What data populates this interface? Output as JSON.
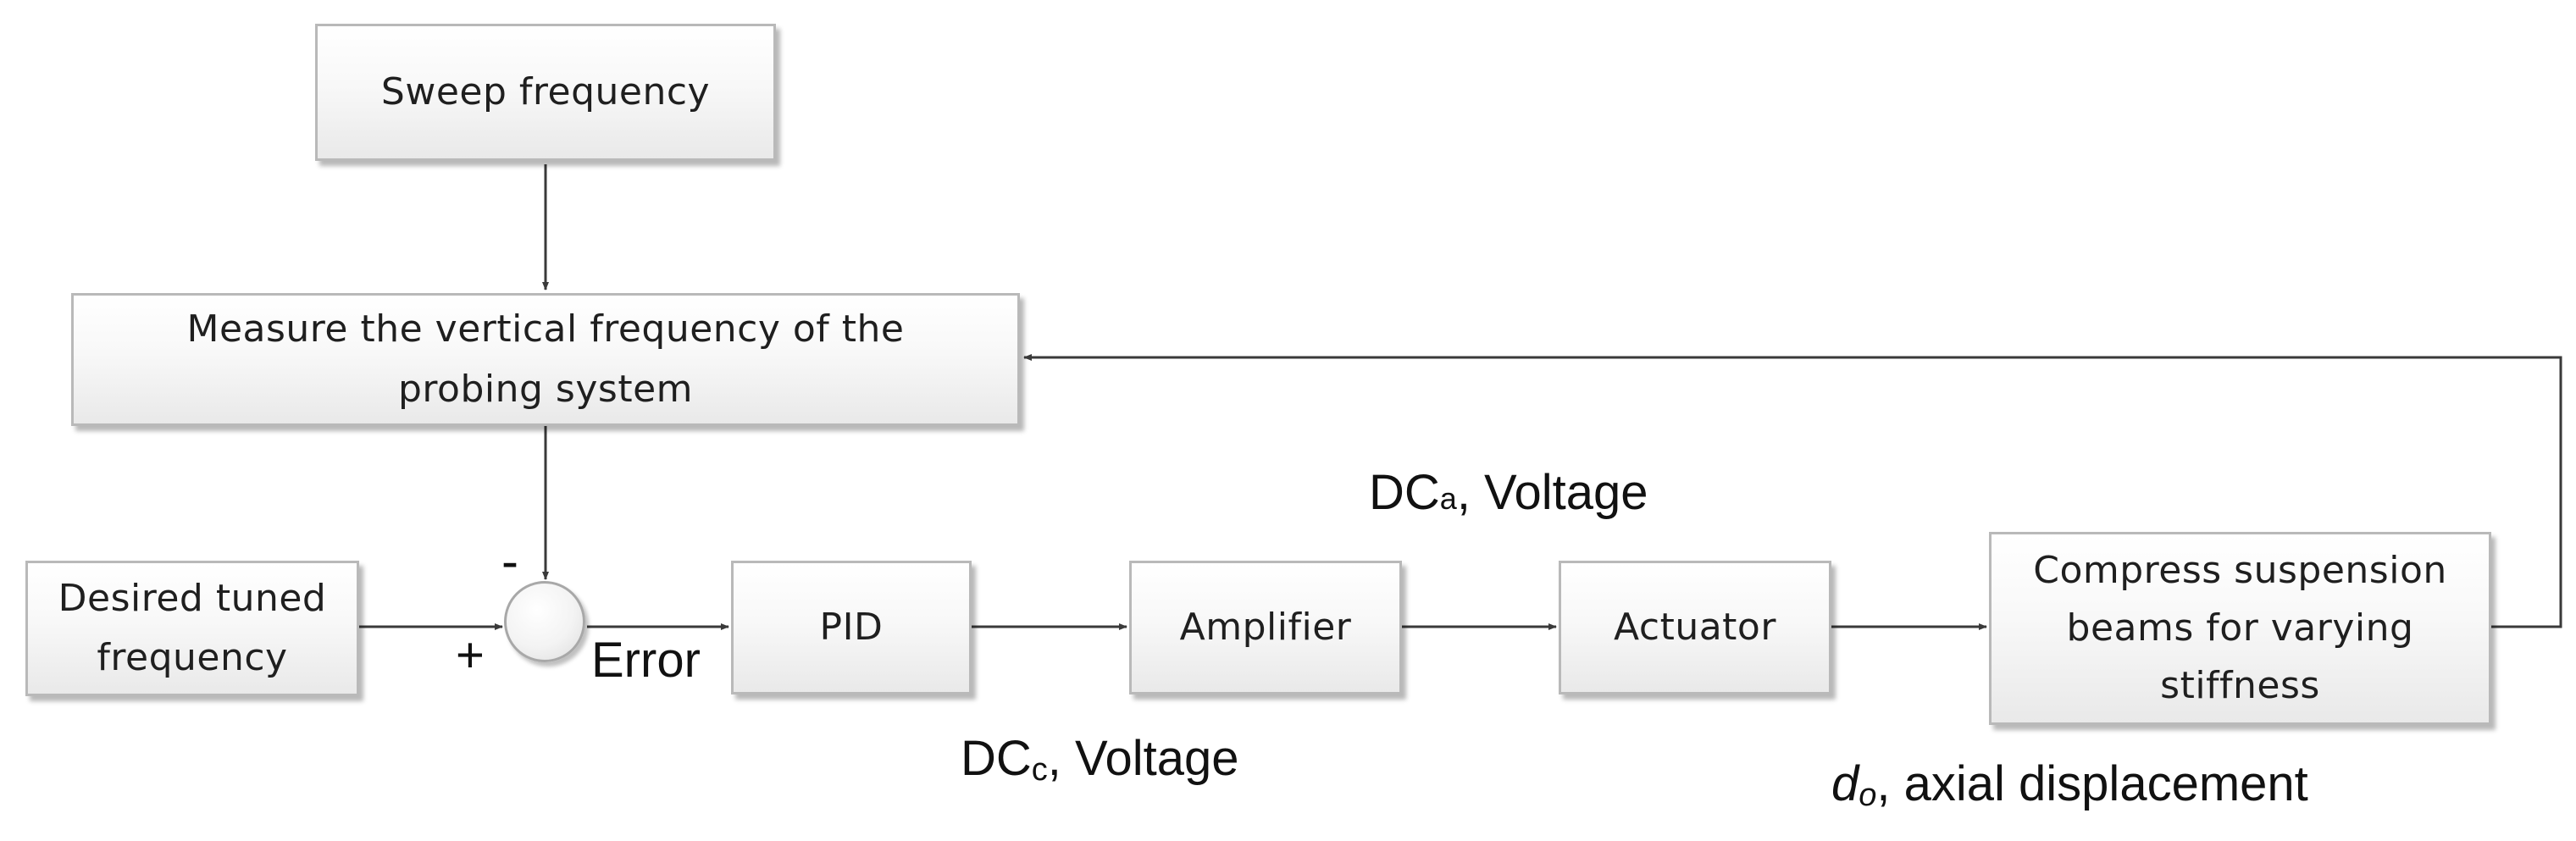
{
  "blocks": {
    "sweep": "Sweep frequency",
    "measure_line1": "Measure the vertical frequency of the",
    "measure_line2": "probing system",
    "desired_line1": "Desired tuned",
    "desired_line2": "frequency",
    "pid": "PID",
    "amplifier": "Amplifier",
    "actuator": "Actuator",
    "compress_line1": "Compress suspension",
    "compress_line2": "beams for varying",
    "compress_line3": "stiffness"
  },
  "signs": {
    "minus": "-",
    "plus": "+"
  },
  "labels": {
    "error": "Error",
    "dca_main": "DC",
    "dca_sub": "a",
    "dca_rest": ", Voltage",
    "dcc_main": "DC",
    "dcc_sub": "c",
    "dcc_rest": ", Voltage",
    "d0_main": "d",
    "d0_sub": "o",
    "d0_rest": ", axial displacement"
  },
  "colors": {
    "line": "#3a3a3a",
    "box_border": "#b9b9b9"
  }
}
